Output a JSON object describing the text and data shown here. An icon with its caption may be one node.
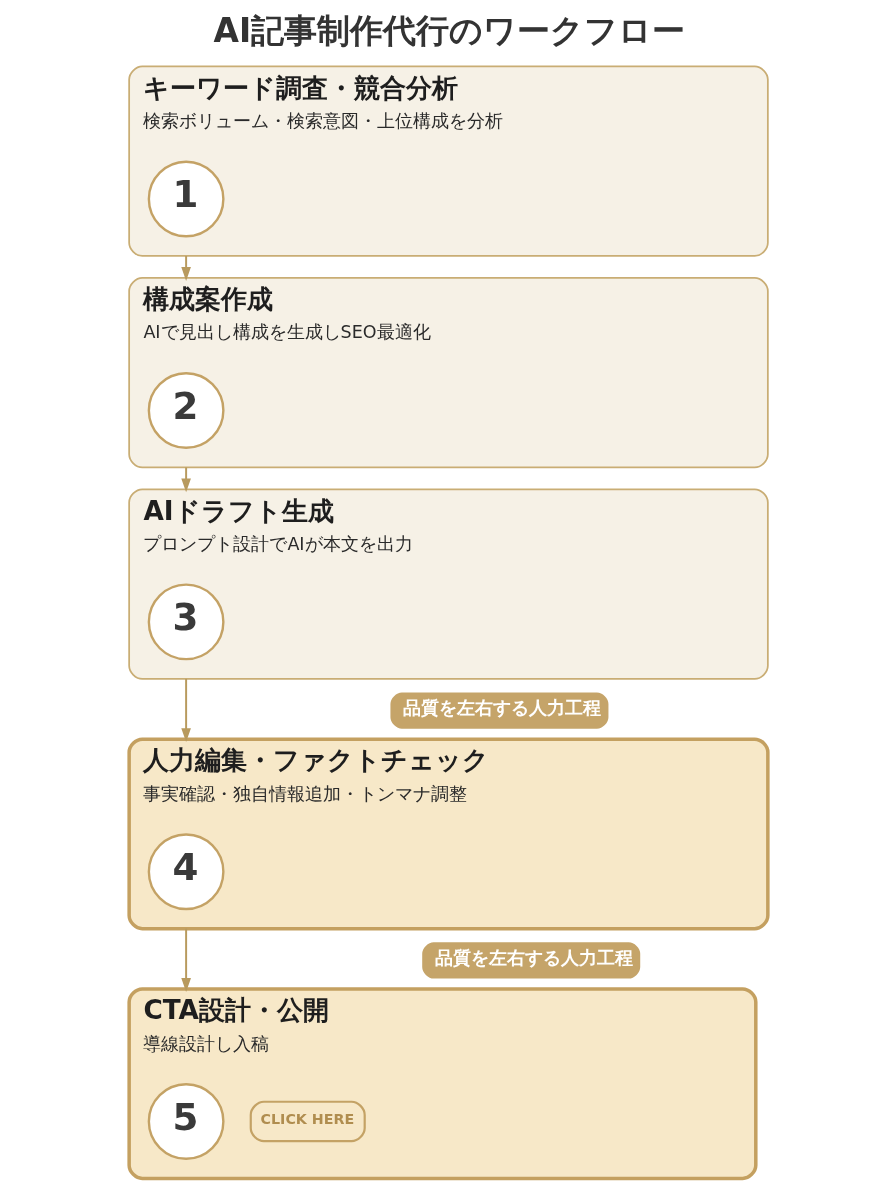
{
  "diagram": {
    "title": "AI記事制作代行のワークフロー",
    "nodes": [
      {
        "text": [
          "キーワード調査・競合分析",
          "検索ボリューム・検索意図・上位構成を分析"
        ]
      },
      {
        "text": [
          "1"
        ],
        "in": 0
      },
      {
        "text": [
          "構成案作成",
          "AIで見出し構成を生成しSEO最適化"
        ]
      },
      {
        "text": [
          "2"
        ],
        "in": 2
      },
      {
        "text": [
          "AIドラフト生成",
          "プロンプト設計でAIが本文を出力"
        ]
      },
      {
        "text": [
          "3"
        ],
        "in": 4
      },
      {
        "text": [
          "品質を左右する人力工程"
        ]
      },
      {
        "text": [
          "人力編集・ファクトチェック",
          "事実確認・独自情報追加・トンマナ調整"
        ]
      },
      {
        "text": [
          "4"
        ],
        "in": 7
      },
      {
        "text": [
          "品質を左右する人力工程"
        ]
      },
      {
        "text": [
          "CTA設計・公開",
          "導線設計し入稿"
        ]
      },
      {
        "text": [
          "5"
        ],
        "in": 10
      },
      {
        "text": [
          "CLICK HERE"
        ],
        "in": 10
      }
    ],
    "edges": [
      {
        "from": 0,
        "to": 2,
        "arrow": "to"
      },
      {
        "from": 2,
        "to": 4,
        "arrow": "to"
      },
      {
        "from": 4,
        "to": 7,
        "arrow": "to"
      },
      {
        "from": 7,
        "to": 10,
        "arrow": "to"
      }
    ]
  }
}
